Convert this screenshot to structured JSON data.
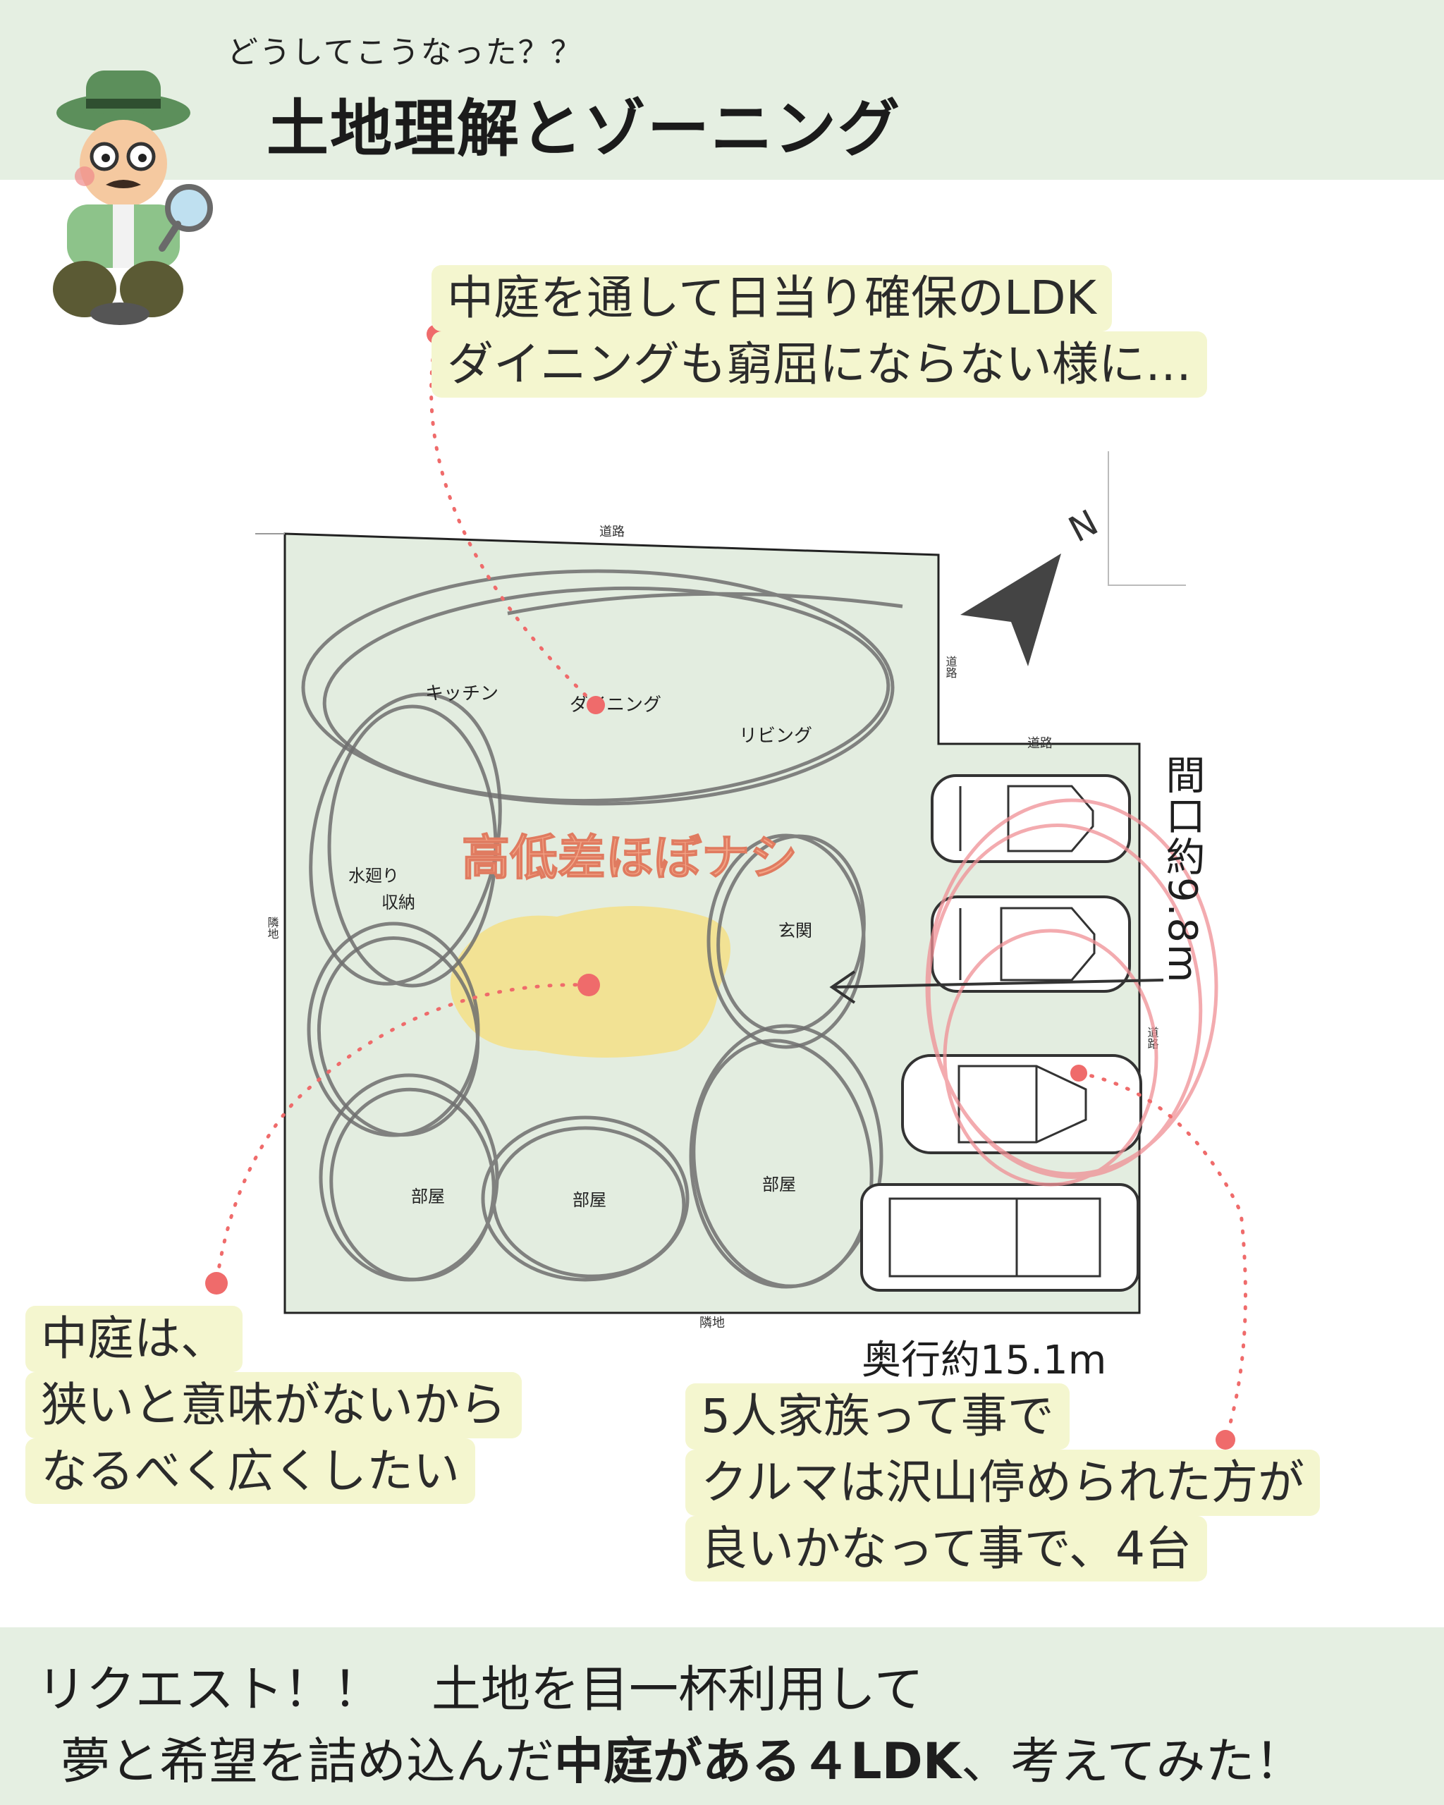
{
  "header": {
    "subtitle": "どうしてこうなった？？",
    "title": "土地理解とゾーニング"
  },
  "callouts": {
    "top": [
      "中庭を通して日当り確保のLDK",
      "ダイニングも窮屈にならない様に…"
    ],
    "left": [
      "中庭は、",
      "狭いと意味がないから",
      "なるべく広くしたい"
    ],
    "right": [
      "5人家族って事で",
      "クルマは沢山停められた方が",
      "良いかなって事で、4台"
    ]
  },
  "plan": {
    "road_top": "道路",
    "road_right_upper": "道路",
    "road_right_step": "道路",
    "road_right_lower": "道路",
    "neighbor_left": "隣地",
    "neighbor_bottom": "隣地",
    "north": "N",
    "zones": {
      "kitchen": "キッチン",
      "dining": "ダイニング",
      "living": "リビング",
      "utility_1": "水廻り",
      "utility_2": "収納",
      "entrance": "玄関",
      "room_1": "部屋",
      "room_2": "部屋",
      "room_3": "部屋"
    },
    "courtyard_note": "高低差ほぼナシ",
    "frontage": "間口約9.8m",
    "depth": "奥行約15.1m",
    "cars": 4
  },
  "footer": {
    "line1": "リクエスト！！　土地を目一杯利用して",
    "line2_pre": "夢と希望を詰め込んだ",
    "line2_bold": "中庭がある４LDK",
    "line2_post": "、考えてみた！"
  },
  "colors": {
    "band": "#e5efe2",
    "callout_bg": "#f4f6cf",
    "site": "#e3ede0",
    "accent_dot": "#ef6b6b",
    "courtyard": "#f3e08c",
    "note_text": "#f2a486"
  }
}
